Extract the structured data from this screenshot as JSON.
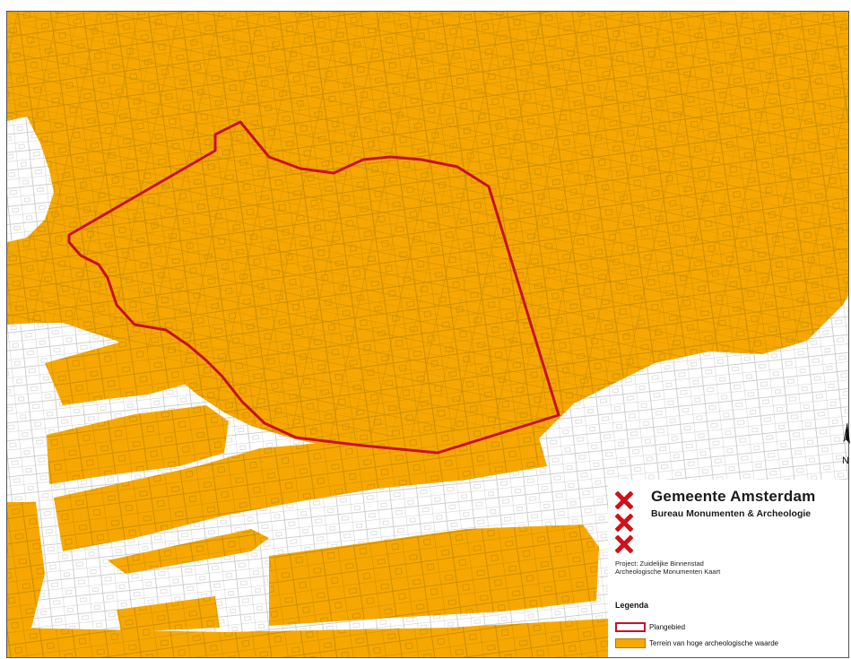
{
  "map": {
    "colors": {
      "high_value_terrain": "#f7a800",
      "street_lines": "#c98f00",
      "plan_boundary": "#c8102e",
      "background": "#ffffff",
      "low_value_streets": "#cfcfcf"
    }
  },
  "branding": {
    "organization": "Gemeente Amsterdam",
    "department": "Bureau Monumenten & Archeologie",
    "logo_icon": "three-red-x-crosses"
  },
  "project": {
    "line1": "Project: Zuidelijke Binnenstad",
    "line2": "Archeologische Monumenten Kaart"
  },
  "legend": {
    "title": "Legenda",
    "items": [
      {
        "label": "Plangebied",
        "swatch": "red-outline"
      },
      {
        "label": "Terrein van hoge archeologische waarde",
        "swatch": "orange-fill"
      }
    ]
  },
  "north_arrow": {
    "label": "N"
  }
}
